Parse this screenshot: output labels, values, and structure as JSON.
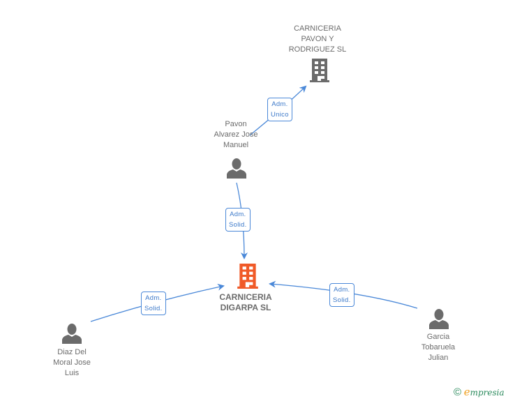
{
  "colors": {
    "edge": "#4a88d8",
    "edge_label_text": "#3b78c9",
    "main_company_icon": "#f05a28",
    "company_icon": "#6b6b6b",
    "person_icon": "#6b6b6b",
    "label_text": "#6b6b6b"
  },
  "nodes": {
    "main_company": {
      "type": "company",
      "icon": "building-icon",
      "lines": [
        "CARNICERIA",
        "DIGARPA SL"
      ]
    },
    "company_pavon": {
      "type": "company",
      "icon": "building-icon",
      "lines": [
        "CARNICERIA",
        "PAVON Y",
        "RODRIGUEZ  SL"
      ]
    },
    "person_pavon": {
      "type": "person",
      "icon": "person-icon",
      "lines": [
        "Pavon",
        "Alvarez Jose",
        "Manuel"
      ]
    },
    "person_diaz": {
      "type": "person",
      "icon": "person-icon",
      "lines": [
        "Diaz Del",
        "Moral Jose",
        "Luis"
      ]
    },
    "person_garcia": {
      "type": "person",
      "icon": "person-icon",
      "lines": [
        "Garcia",
        "Tobaruela",
        "Julian"
      ]
    }
  },
  "edges": [
    {
      "from": "person_pavon",
      "to": "company_pavon",
      "label": [
        "Adm.",
        "Unico"
      ]
    },
    {
      "from": "person_pavon",
      "to": "main_company",
      "label": [
        "Adm.",
        "Solid."
      ]
    },
    {
      "from": "person_diaz",
      "to": "main_company",
      "label": [
        "Adm.",
        "Solid."
      ]
    },
    {
      "from": "person_garcia",
      "to": "main_company",
      "label": [
        "Adm.",
        "Solid."
      ]
    }
  ],
  "branding": {
    "copyright": "©",
    "logo_initial": "e",
    "logo_rest": "mpresia"
  }
}
